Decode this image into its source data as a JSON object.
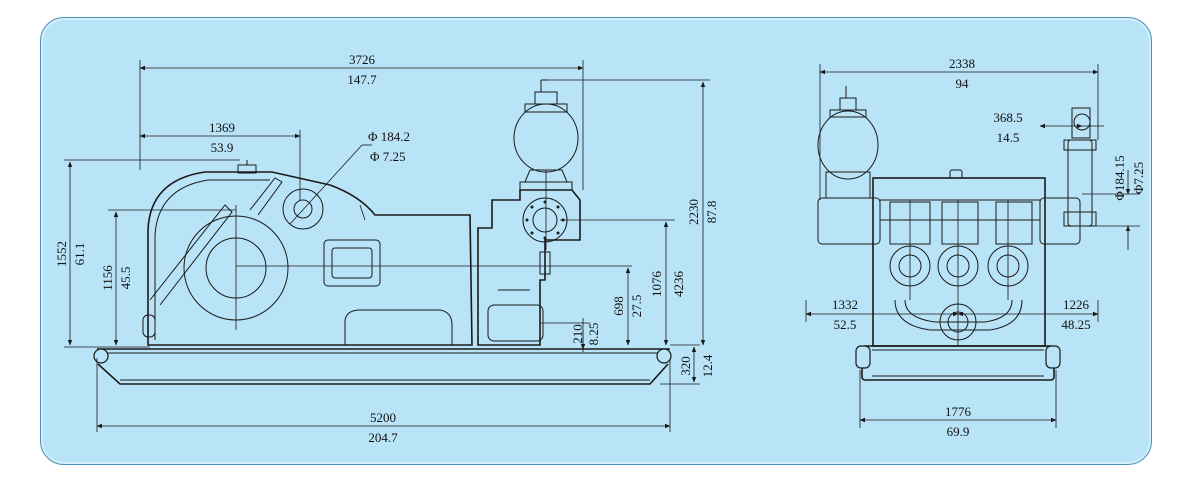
{
  "colors": {
    "panel": "#b9e3f6",
    "border": "#4a90b8",
    "line": "#1a1a1a"
  },
  "side_view": {
    "overall_length": {
      "mm": "3726",
      "in": "147.7"
    },
    "crank_offset": {
      "mm": "1369",
      "in": "53.9"
    },
    "flange_diameter": {
      "mm": "Φ 184.2",
      "in": "Φ 7.25"
    },
    "frame_height": {
      "mm": "1552",
      "in": "61.1"
    },
    "crank_height": {
      "mm": "1156",
      "in": "45.5"
    },
    "total_height": {
      "mm": "2230",
      "in": "87.8"
    },
    "discharge_height": {
      "mm": "1076",
      "in": "4236"
    },
    "suction_height": {
      "mm": "698",
      "in": "27.5"
    },
    "suction_base": {
      "mm": "210",
      "in": "8.25"
    },
    "skid_height": {
      "mm": "320",
      "in": "12.4"
    },
    "skid_length": {
      "mm": "5200",
      "in": "204.7"
    }
  },
  "end_view": {
    "overall_width": {
      "mm": "2338",
      "in": "94"
    },
    "outlet_offset": {
      "mm": "368.5",
      "in": "14.5"
    },
    "outlet_diameter": {
      "mm": "Φ184.15",
      "in": "Φ7.25"
    },
    "left_offset": {
      "mm": "1332",
      "in": "52.5"
    },
    "right_offset": {
      "mm": "1226",
      "in": "48.25"
    },
    "skid_width": {
      "mm": "1776",
      "in": "69.9"
    }
  }
}
